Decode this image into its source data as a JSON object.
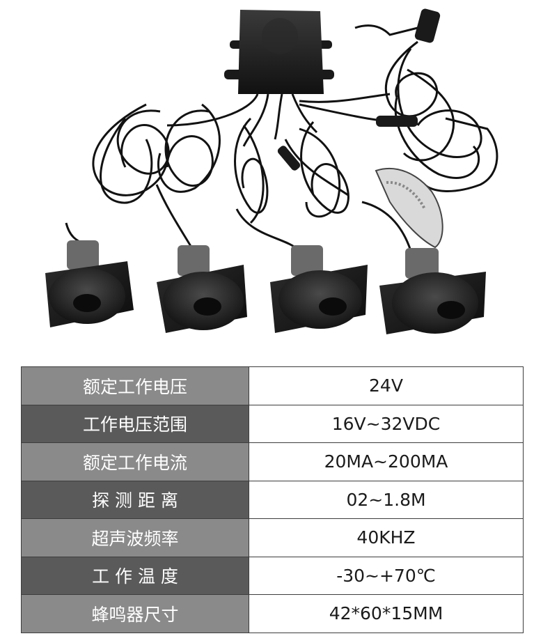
{
  "specs": [
    {
      "label": "额定工作电压",
      "value": "24V"
    },
    {
      "label": "工作电压范围",
      "value": "16V~32VDC"
    },
    {
      "label": "额定工作电流",
      "value": "20MA~200MA"
    },
    {
      "label": "探 测 距 离",
      "value": "02~1.8M"
    },
    {
      "label": "超声波频率",
      "value": "40KHZ"
    },
    {
      "label": "工 作 温 度",
      "value": "-30~+70℃"
    },
    {
      "label": "蜂鸣器尺寸",
      "value": "42*60*15MM"
    }
  ]
}
